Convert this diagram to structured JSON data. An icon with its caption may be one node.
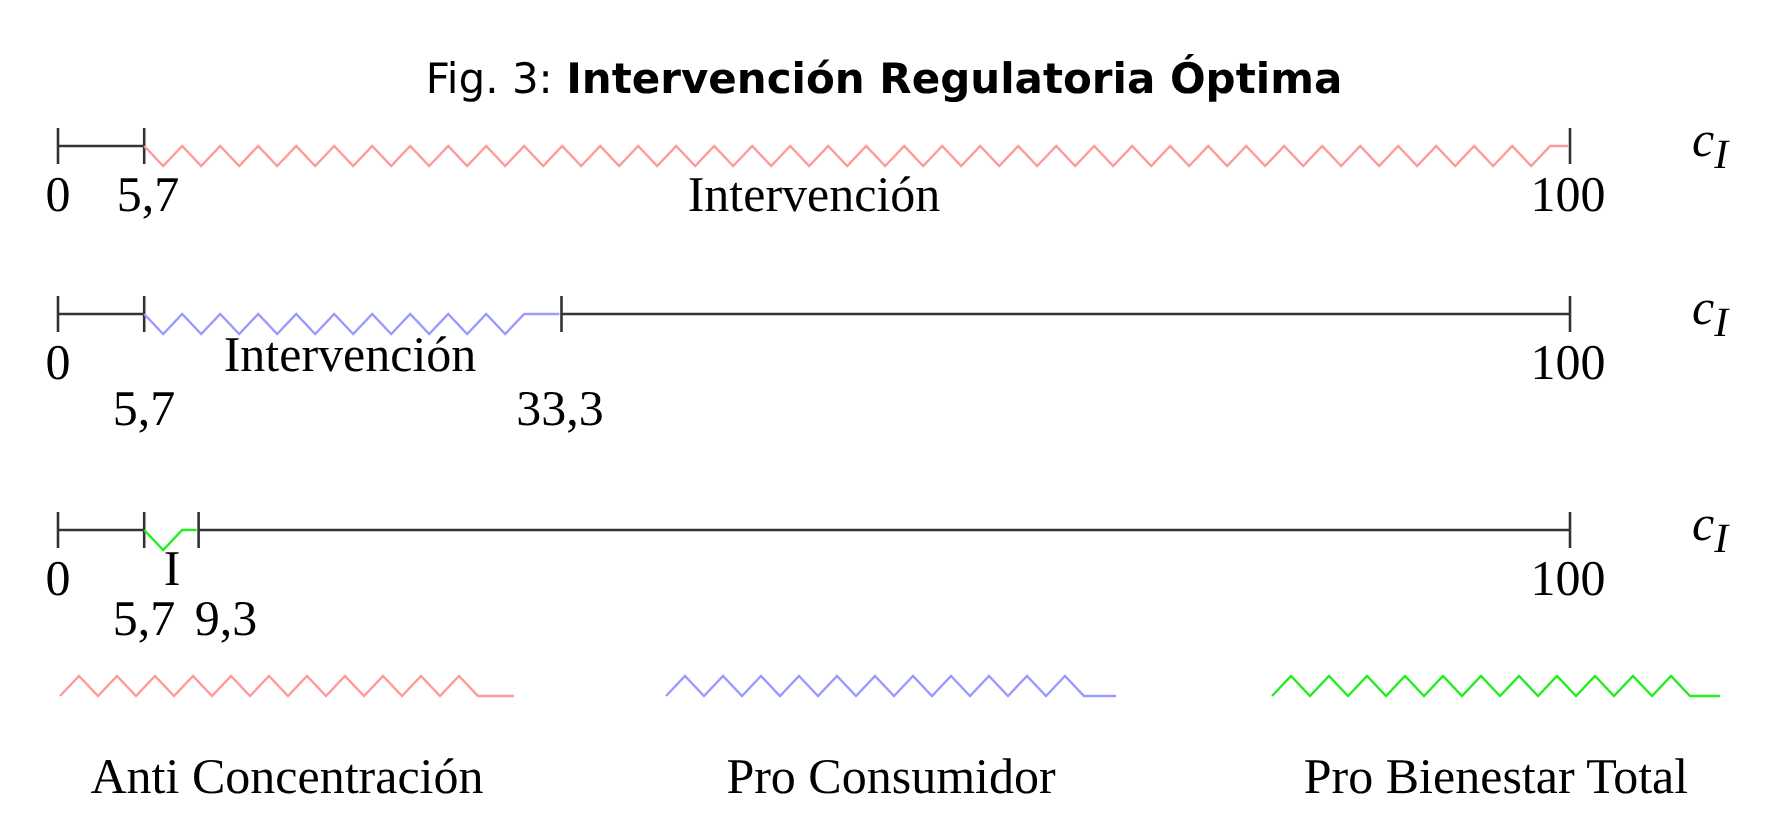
{
  "diagram": {
    "title": "Fig. 3: **Intervención Regulatoria Óptima**",
    "labels": [
      "c$_{I}$",
      "0",
      "5,7",
      "Intervención",
      "100",
      "c$_{I}$",
      "0",
      "Intervención",
      "100",
      "5,7",
      "33,3",
      "c$_{I}$",
      "0",
      "I",
      "100",
      "5,7",
      "9,3"
    ],
    "legend": [
      {
        "text": "Anti Concentración"
      },
      {
        "text": "Pro Consumidor"
      },
      {
        "text": "Pro Bienestar Total"
      }
    ]
  }
}
